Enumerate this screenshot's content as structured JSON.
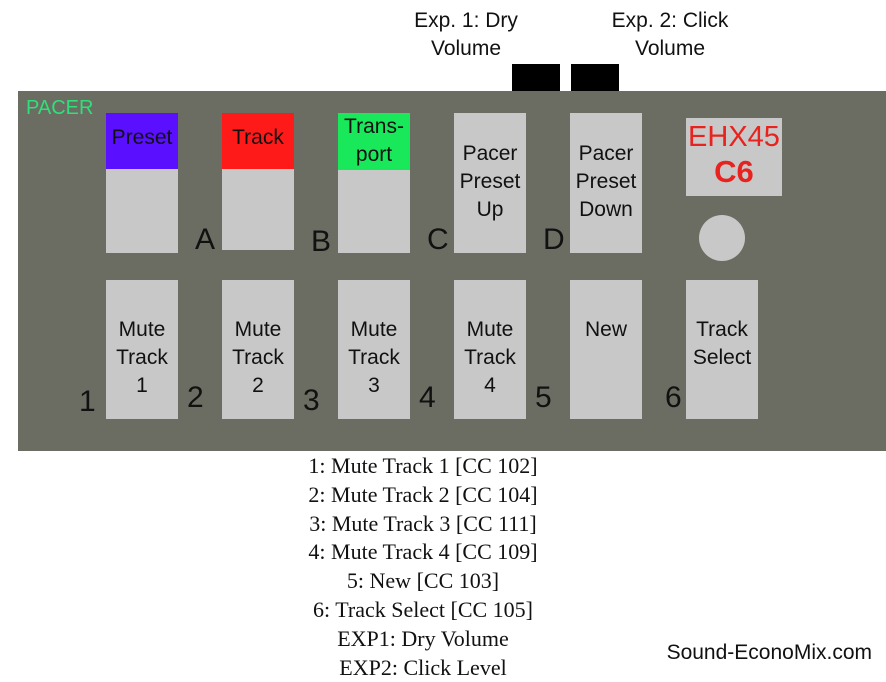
{
  "expressions": [
    {
      "label": "Exp. 1: Dry\nVolume"
    },
    {
      "label": "Exp. 2: Click\nVolume"
    }
  ],
  "board": {
    "brand": "PACER",
    "colors": {
      "body": "#6b6c62",
      "switch": "#c8c8c8",
      "brand": "#2fe07a"
    },
    "top_switches": [
      {
        "tag": "Preset",
        "tag_color": "#5a0fff",
        "text": "",
        "letter": "A"
      },
      {
        "tag": "Track",
        "tag_color": "#ff1a1a",
        "text": "",
        "letter": "B"
      },
      {
        "tag": "Trans-\nport",
        "tag_color": "#19e85a",
        "text": "",
        "letter": "C"
      },
      {
        "tag": "",
        "tag_color": "",
        "text": "Pacer\nPreset\nUp",
        "letter": "D"
      },
      {
        "tag": "",
        "tag_color": "",
        "text": "Pacer\nPreset\nDown",
        "letter": ""
      }
    ],
    "display": {
      "line1": "EHX45",
      "line2": "C6",
      "color": "#e8231f"
    },
    "bottom_switches": [
      {
        "text": "Mute\nTrack\n1",
        "number": "1"
      },
      {
        "text": "Mute\nTrack\n2",
        "number": "2"
      },
      {
        "text": "Mute\nTrack\n3",
        "number": "3"
      },
      {
        "text": "Mute\nTrack\n4",
        "number": "4"
      },
      {
        "text": "New",
        "number": "5"
      },
      {
        "text": "Track\nSelect",
        "number": "6"
      }
    ]
  },
  "legend": [
    "1: Mute Track 1 [CC 102]",
    "2: Mute Track 2 [CC 104]",
    "3: Mute Track 3 [CC 111]",
    "4: Mute Track 4 [CC 109]",
    "5: New [CC 103]",
    "6: Track Select [CC 105]",
    "EXP1: Dry Volume",
    "EXP2: Click Level"
  ],
  "credit": "Sound-EconoMix.com"
}
